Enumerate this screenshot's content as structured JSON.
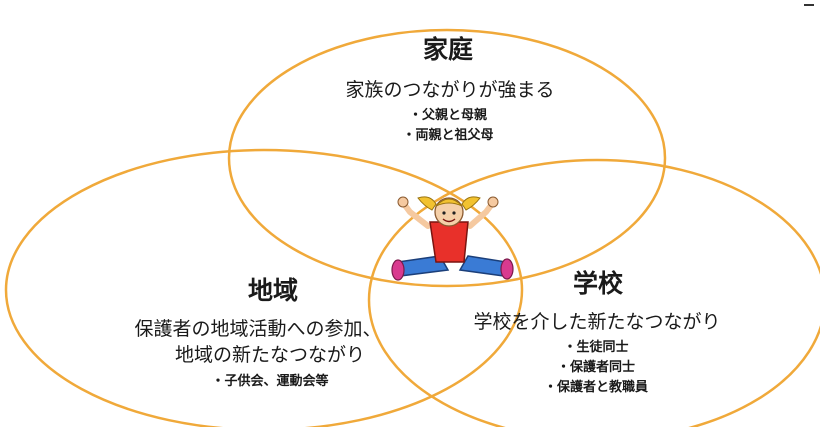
{
  "katei": {
    "title": "家庭",
    "desc": "家族のつながりが強まる",
    "items": [
      "・父親と母親",
      "・両親と祖父母"
    ]
  },
  "chiiki": {
    "title": "地域",
    "desc_lines": [
      "保護者の地域活動への参加、",
      "地域の新たなつながり"
    ],
    "items": [
      "・子供会、運動会等"
    ]
  },
  "gakko": {
    "title": "学校",
    "desc": "学校を介した新たなつながり",
    "items": [
      "・生徒同士",
      "・保護者同士",
      "・保護者と教職員"
    ]
  },
  "colors": {
    "ring": "#f0a93a",
    "child_shirt": "#e8302a",
    "child_pants": "#3a7bd5",
    "child_hair": "#f2c230"
  },
  "icons": {
    "center": "jumping-child-icon"
  }
}
